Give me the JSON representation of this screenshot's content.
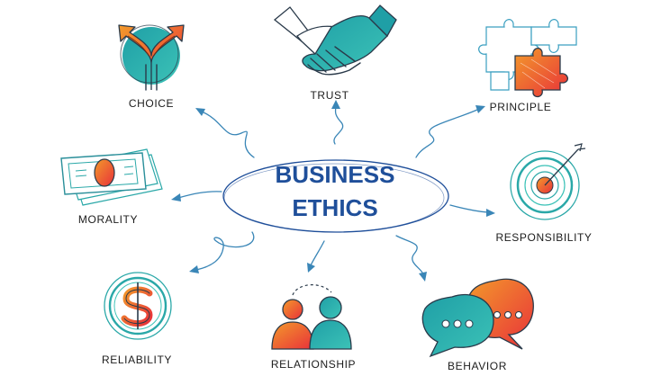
{
  "title": {
    "line1": "BUSINESS",
    "line2": "ETHICS"
  },
  "nodes": {
    "choice": "CHOICE",
    "trust": "TRUST",
    "principle": "PRINCIPLE",
    "morality": "MORALITY",
    "responsibility": "RESPONSIBILITY",
    "reliability": "RELIABILITY",
    "relationship": "RELATIONSHIP",
    "behavior": "BEHAVIOR"
  },
  "icons": {
    "choice": "split-arrows-icon",
    "trust": "handshake-icon",
    "principle": "puzzle-icon",
    "morality": "banknotes-icon",
    "responsibility": "target-icon",
    "reliability": "dollar-coin-icon",
    "relationship": "people-icon",
    "behavior": "speech-bubbles-icon"
  },
  "colors": {
    "title": "#1f4f9a",
    "teal": "#2aa8a8",
    "orange": "#f05a28",
    "red": "#e8313a",
    "arrow": "#3a86b7",
    "ellipse": "#1f4f9a"
  }
}
